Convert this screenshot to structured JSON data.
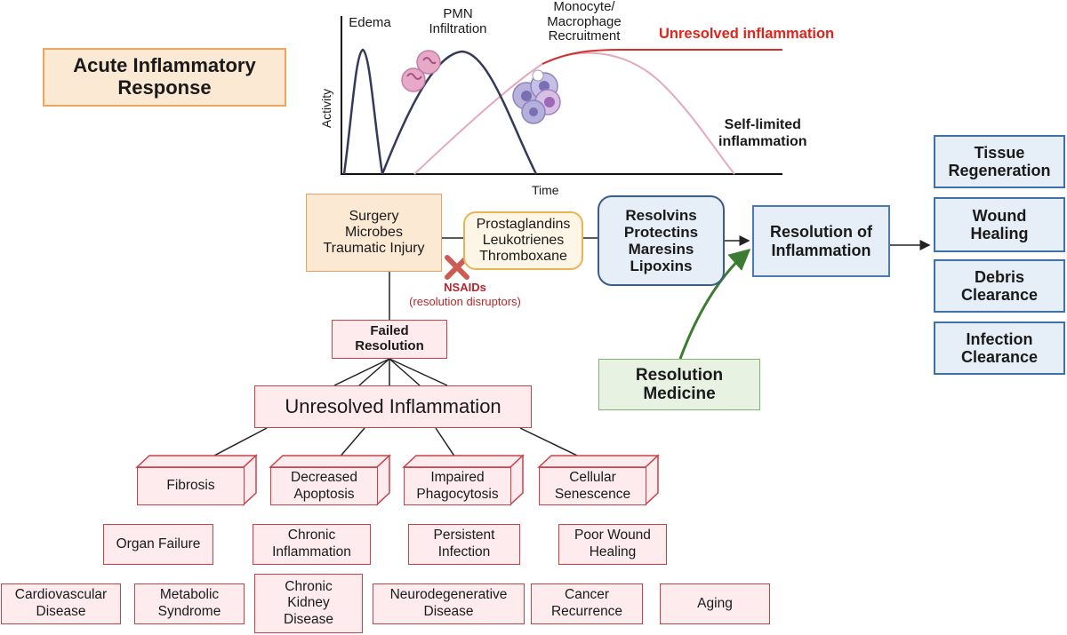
{
  "title": {
    "line1": "Acute Inflammatory",
    "line2": "Response"
  },
  "plot": {
    "y_axis_label": "Activity",
    "x_axis_label": "Time",
    "phases": {
      "edema": "Edema",
      "pmn_line1": "PMN",
      "pmn_line2": "Infiltration",
      "mono_line1": "Monocyte/",
      "mono_line2": "Macrophage",
      "mono_line3": "Recruitment"
    },
    "unresolved_label": "Unresolved inflammation",
    "self_limited_line1": "Self-limited",
    "self_limited_line2": "inflammation",
    "colors": {
      "axis": "#111111",
      "edema_curve": "#363a5a",
      "pmn_curve": "#363a5a",
      "self_limited_curve": "#e5a9bc",
      "unresolved_curve": "#d32f2f",
      "unresolved_label": "#e2231a"
    }
  },
  "triggers": {
    "lines": [
      "Surgery",
      "Microbes",
      "Traumatic Injury"
    ]
  },
  "mediators": {
    "lines": [
      "Prostaglandins",
      "Leukotrienes",
      "Thromboxane"
    ]
  },
  "spm": {
    "lines": [
      "Resolvins",
      "Protectins",
      "Maresins",
      "Lipoxins"
    ]
  },
  "resolution": {
    "lines": [
      "Resolution of",
      "Inflammation"
    ]
  },
  "outcomes": [
    {
      "line1": "Tissue",
      "line2": "Regeneration"
    },
    {
      "line1": "Wound",
      "line2": "Healing"
    },
    {
      "line1": "Debris",
      "line2": "Clearance"
    },
    {
      "line1": "Infection",
      "line2": "Clearance"
    }
  ],
  "medicine": {
    "line1": "Resolution",
    "line2": "Medicine"
  },
  "nsaids": {
    "label": "NSAIDs",
    "sub": "(resolution disruptors)",
    "x_color": "#cd5b55"
  },
  "failed": {
    "line1": "Failed",
    "line2": "Resolution"
  },
  "unresolved": {
    "label": "Unresolved Inflammation"
  },
  "mechanisms": [
    {
      "line1": "Fibrosis",
      "line2": ""
    },
    {
      "line1": "Decreased",
      "line2": "Apoptosis"
    },
    {
      "line1": "Impaired",
      "line2": "Phagocytosis"
    },
    {
      "line1": "Cellular",
      "line2": "Senescence"
    }
  ],
  "diseases": {
    "organ_failure": {
      "lines": [
        "Organ Failure"
      ]
    },
    "chronic_inflammation": {
      "lines": [
        "Chronic",
        "Inflammation"
      ]
    },
    "persistent_infection": {
      "lines": [
        "Persistent",
        "Infection"
      ]
    },
    "poor_wound_healing": {
      "lines": [
        "Poor Wound",
        "Healing"
      ]
    },
    "cardiovascular": {
      "lines": [
        "Cardiovascular",
        "Disease"
      ]
    },
    "metabolic": {
      "lines": [
        "Metabolic",
        "Syndrome"
      ]
    },
    "ckd": {
      "lines": [
        "Chronic",
        "Kidney",
        "Disease"
      ]
    },
    "neurodegenerative": {
      "lines": [
        "Neurodegenerative",
        "Disease"
      ]
    },
    "cancer": {
      "lines": [
        "Cancer",
        "Recurrence"
      ]
    },
    "aging": {
      "lines": [
        "Aging"
      ]
    }
  }
}
